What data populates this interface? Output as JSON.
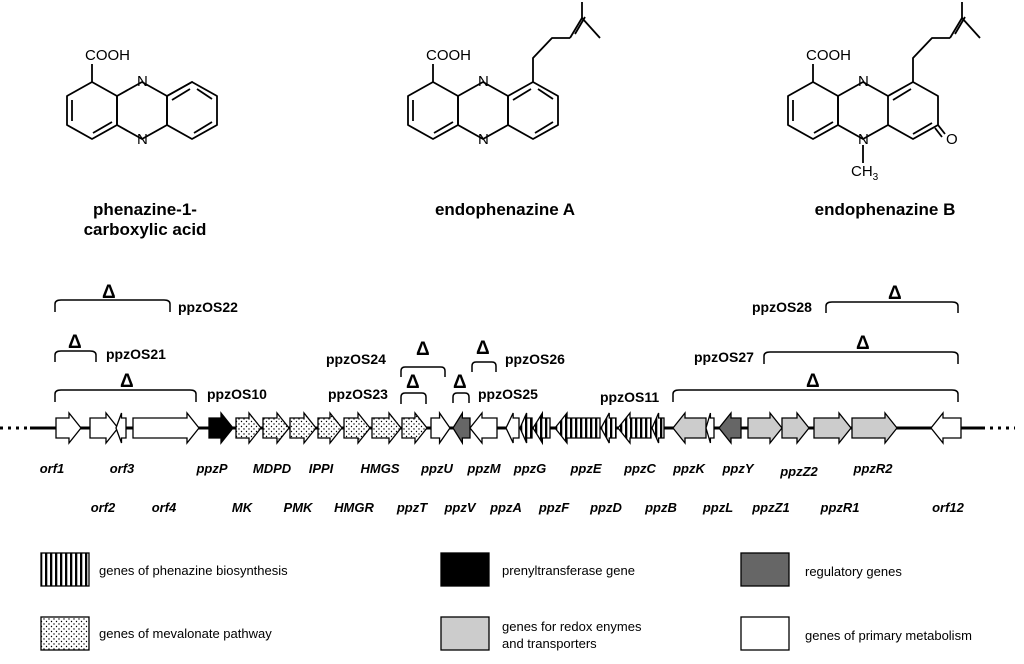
{
  "molecules": {
    "pca": {
      "name_line1": "phenazine-1-",
      "name_line2": "carboxylic acid"
    },
    "endoA": {
      "name": "endophenazine A"
    },
    "endoB": {
      "name": "endophenazine B"
    },
    "labels": {
      "cooh": "COOH",
      "n": "N",
      "o": "O",
      "ch": "CH",
      "sub3": "3"
    }
  },
  "deletion_symbol": "Δ",
  "deletion_labels": {
    "ppzOS22": "ppzOS22",
    "ppzOS21": "ppzOS21",
    "ppzOS10": "ppzOS10",
    "ppzOS24": "ppzOS24",
    "ppzOS23": "ppzOS23",
    "ppzOS26": "ppzOS26",
    "ppzOS25": "ppzOS25",
    "ppzOS11": "ppzOS11",
    "ppzOS28": "ppzOS28",
    "ppzOS27": "ppzOS27"
  },
  "genes_top": [
    "orf1",
    "orf3",
    "ppzP",
    "MDPD",
    "IPPI",
    "HMGS",
    "ppzU",
    "ppzM",
    "ppzG",
    "ppzE",
    "ppzC",
    "ppzK",
    "ppzY",
    "ppzZ2",
    "ppzR2"
  ],
  "genes_bottom": [
    "orf2",
    "orf4",
    "MK",
    "PMK",
    "HMGR",
    "ppzT",
    "ppzV",
    "ppzA",
    "ppzF",
    "ppzD",
    "ppzB",
    "ppzL",
    "ppzZ1",
    "ppzR1",
    "orf12"
  ],
  "legend": {
    "phenazine": "genes of phenazine biosynthesis",
    "prenyl": "prenyltransferase gene",
    "regulatory": "regulatory genes",
    "mevalonate": "genes of mevalonate pathway",
    "redox_line1": "genes for redox enymes",
    "redox_line2": "and transporters",
    "primary": "genes of primary metabolism"
  },
  "colors": {
    "prenyl": "#000000",
    "regulatory": "#666666",
    "redox": "#cccccc",
    "primary": "#ffffff"
  }
}
